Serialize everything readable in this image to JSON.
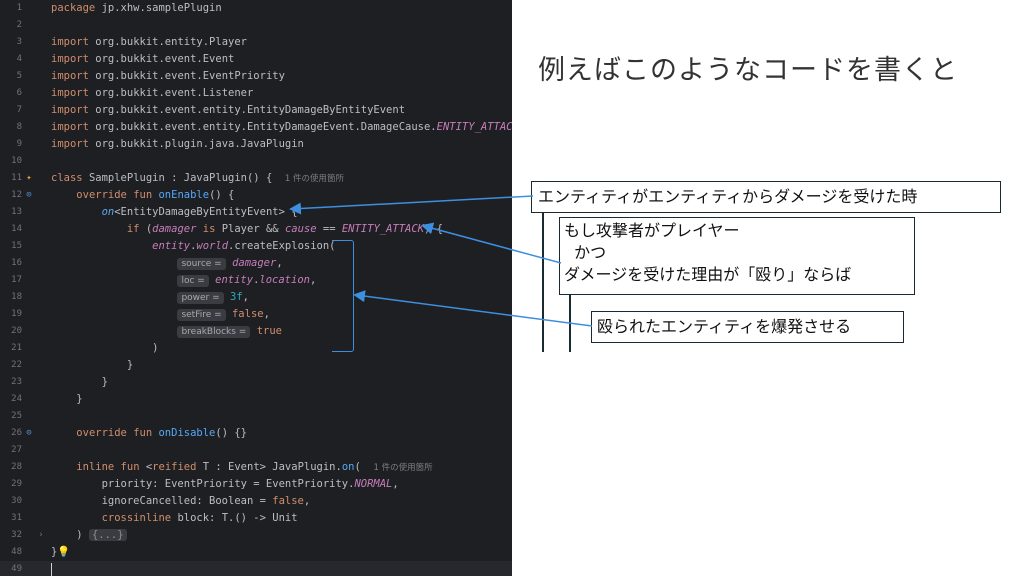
{
  "editor": {
    "current_line_number": "49",
    "lines": [
      {
        "n": "1",
        "parts": [
          [
            "kw",
            "package "
          ],
          [
            "t",
            "jp.xhw.samplePlugin"
          ]
        ]
      },
      {
        "n": "2",
        "parts": []
      },
      {
        "n": "3",
        "parts": [
          [
            "kw",
            "import "
          ],
          [
            "t",
            "org.bukkit.entity.Player"
          ]
        ]
      },
      {
        "n": "4",
        "parts": [
          [
            "kw",
            "import "
          ],
          [
            "t",
            "org.bukkit.event.Event"
          ]
        ]
      },
      {
        "n": "5",
        "parts": [
          [
            "kw",
            "import "
          ],
          [
            "t",
            "org.bukkit.event.EventPriority"
          ]
        ]
      },
      {
        "n": "6",
        "parts": [
          [
            "kw",
            "import "
          ],
          [
            "t",
            "org.bukkit.event.Listener"
          ]
        ]
      },
      {
        "n": "7",
        "parts": [
          [
            "kw",
            "import "
          ],
          [
            "t",
            "org.bukkit.event.entity.EntityDamageByEntityEvent"
          ]
        ]
      },
      {
        "n": "8",
        "parts": [
          [
            "kw",
            "import "
          ],
          [
            "t",
            "org.bukkit.event.entity.EntityDamageEvent.DamageCause."
          ],
          [
            "propi",
            "ENTITY_ATTACK"
          ]
        ]
      },
      {
        "n": "9",
        "parts": [
          [
            "kw",
            "import "
          ],
          [
            "t",
            "org.bukkit.plugin.java.JavaPlugin"
          ]
        ]
      },
      {
        "n": "10",
        "parts": []
      },
      {
        "n": "11",
        "gutter": "plugin-icon",
        "parts": [
          [
            "kw",
            "class "
          ],
          [
            "t",
            "SamplePlugin : JavaPlugin() {  "
          ],
          [
            "hint",
            "1 件の使用箇所"
          ]
        ]
      },
      {
        "n": "12",
        "gutter": "override-icon",
        "parts": [
          [
            "t",
            "    "
          ],
          [
            "kw",
            "override fun "
          ],
          [
            "fn",
            "onEnable"
          ],
          [
            "t",
            "() {"
          ]
        ]
      },
      {
        "n": "13",
        "parts": [
          [
            "t",
            "        "
          ],
          [
            "fni",
            "on"
          ],
          [
            "t",
            "<EntityDamageByEntityEvent> {"
          ]
        ]
      },
      {
        "n": "14",
        "parts": [
          [
            "t",
            "            "
          ],
          [
            "kw",
            "if "
          ],
          [
            "t",
            "("
          ],
          [
            "propi",
            "damager"
          ],
          [
            "kw",
            " is "
          ],
          [
            "t",
            "Player && "
          ],
          [
            "propi",
            "cause"
          ],
          [
            "t",
            " == "
          ],
          [
            "propi",
            "ENTITY_ATTACK"
          ],
          [
            "t",
            ") {"
          ]
        ]
      },
      {
        "n": "15",
        "parts": [
          [
            "t",
            "                "
          ],
          [
            "propi",
            "entity"
          ],
          [
            "t",
            "."
          ],
          [
            "propi",
            "world"
          ],
          [
            "t",
            ".createExplosion("
          ]
        ]
      },
      {
        "n": "16",
        "parts": [
          [
            "t",
            "                    "
          ],
          [
            "chip",
            "source ="
          ],
          [
            "t",
            " "
          ],
          [
            "propi",
            "damager"
          ],
          [
            "t",
            ","
          ]
        ]
      },
      {
        "n": "17",
        "parts": [
          [
            "t",
            "                    "
          ],
          [
            "chip",
            "loc ="
          ],
          [
            "t",
            " "
          ],
          [
            "propi",
            "entity"
          ],
          [
            "t",
            "."
          ],
          [
            "propi",
            "location"
          ],
          [
            "t",
            ","
          ]
        ]
      },
      {
        "n": "18",
        "parts": [
          [
            "t",
            "                    "
          ],
          [
            "chip",
            "power ="
          ],
          [
            "t",
            " "
          ],
          [
            "num",
            "3f"
          ],
          [
            "t",
            ","
          ]
        ]
      },
      {
        "n": "19",
        "parts": [
          [
            "t",
            "                    "
          ],
          [
            "chip",
            "setFire ="
          ],
          [
            "t",
            " "
          ],
          [
            "kw",
            "false"
          ],
          [
            "t",
            ","
          ]
        ]
      },
      {
        "n": "20",
        "parts": [
          [
            "t",
            "                    "
          ],
          [
            "chip",
            "breakBlocks ="
          ],
          [
            "t",
            " "
          ],
          [
            "kw",
            "true"
          ]
        ]
      },
      {
        "n": "21",
        "parts": [
          [
            "t",
            "                )"
          ]
        ]
      },
      {
        "n": "22",
        "parts": [
          [
            "t",
            "            }"
          ]
        ]
      },
      {
        "n": "23",
        "parts": [
          [
            "t",
            "        }"
          ]
        ]
      },
      {
        "n": "24",
        "parts": [
          [
            "t",
            "    }"
          ]
        ]
      },
      {
        "n": "25",
        "parts": []
      },
      {
        "n": "26",
        "gutter": "override-icon",
        "parts": [
          [
            "t",
            "    "
          ],
          [
            "kw",
            "override fun "
          ],
          [
            "fn",
            "onDisable"
          ],
          [
            "t",
            "() {}"
          ]
        ]
      },
      {
        "n": "27",
        "parts": []
      },
      {
        "n": "28",
        "parts": [
          [
            "t",
            "    "
          ],
          [
            "kw",
            "inline fun "
          ],
          [
            "t",
            "<"
          ],
          [
            "kw",
            "reified "
          ],
          [
            "t",
            "T : Event> JavaPlugin."
          ],
          [
            "fn",
            "on"
          ],
          [
            "t",
            "(  "
          ],
          [
            "hint",
            "1 件の使用箇所"
          ]
        ]
      },
      {
        "n": "29",
        "parts": [
          [
            "t",
            "        priority: EventPriority = EventPriority."
          ],
          [
            "propi",
            "NORMAL"
          ],
          [
            "t",
            ","
          ]
        ]
      },
      {
        "n": "30",
        "parts": [
          [
            "t",
            "        ignoreCancelled: Boolean = "
          ],
          [
            "kw",
            "false"
          ],
          [
            "t",
            ","
          ]
        ]
      },
      {
        "n": "31",
        "parts": [
          [
            "t",
            "        "
          ],
          [
            "kw",
            "crossinline "
          ],
          [
            "t",
            "block: T.() -> Unit"
          ]
        ]
      },
      {
        "n": "32",
        "fold": "›",
        "parts": [
          [
            "t",
            "    ) "
          ],
          [
            "foldchip",
            "{...}"
          ]
        ]
      },
      {
        "n": "48",
        "parts": [
          [
            "t",
            "}"
          ],
          [
            "bulb",
            "💡"
          ]
        ]
      },
      {
        "n": "49",
        "current": true,
        "parts": [
          [
            "cursor",
            ""
          ]
        ]
      }
    ]
  },
  "slide": {
    "heading": "例えばこのようなコードを書くと",
    "box1": "エンティティがエンティティからダメージを受けた時",
    "box2": "もし攻撃者がプレイヤー\n  かつ\nダメージを受けた理由が「殴り」ならば",
    "box3": "殴られたエンティティを爆発させる",
    "accent_color": "#3d8fe0"
  }
}
